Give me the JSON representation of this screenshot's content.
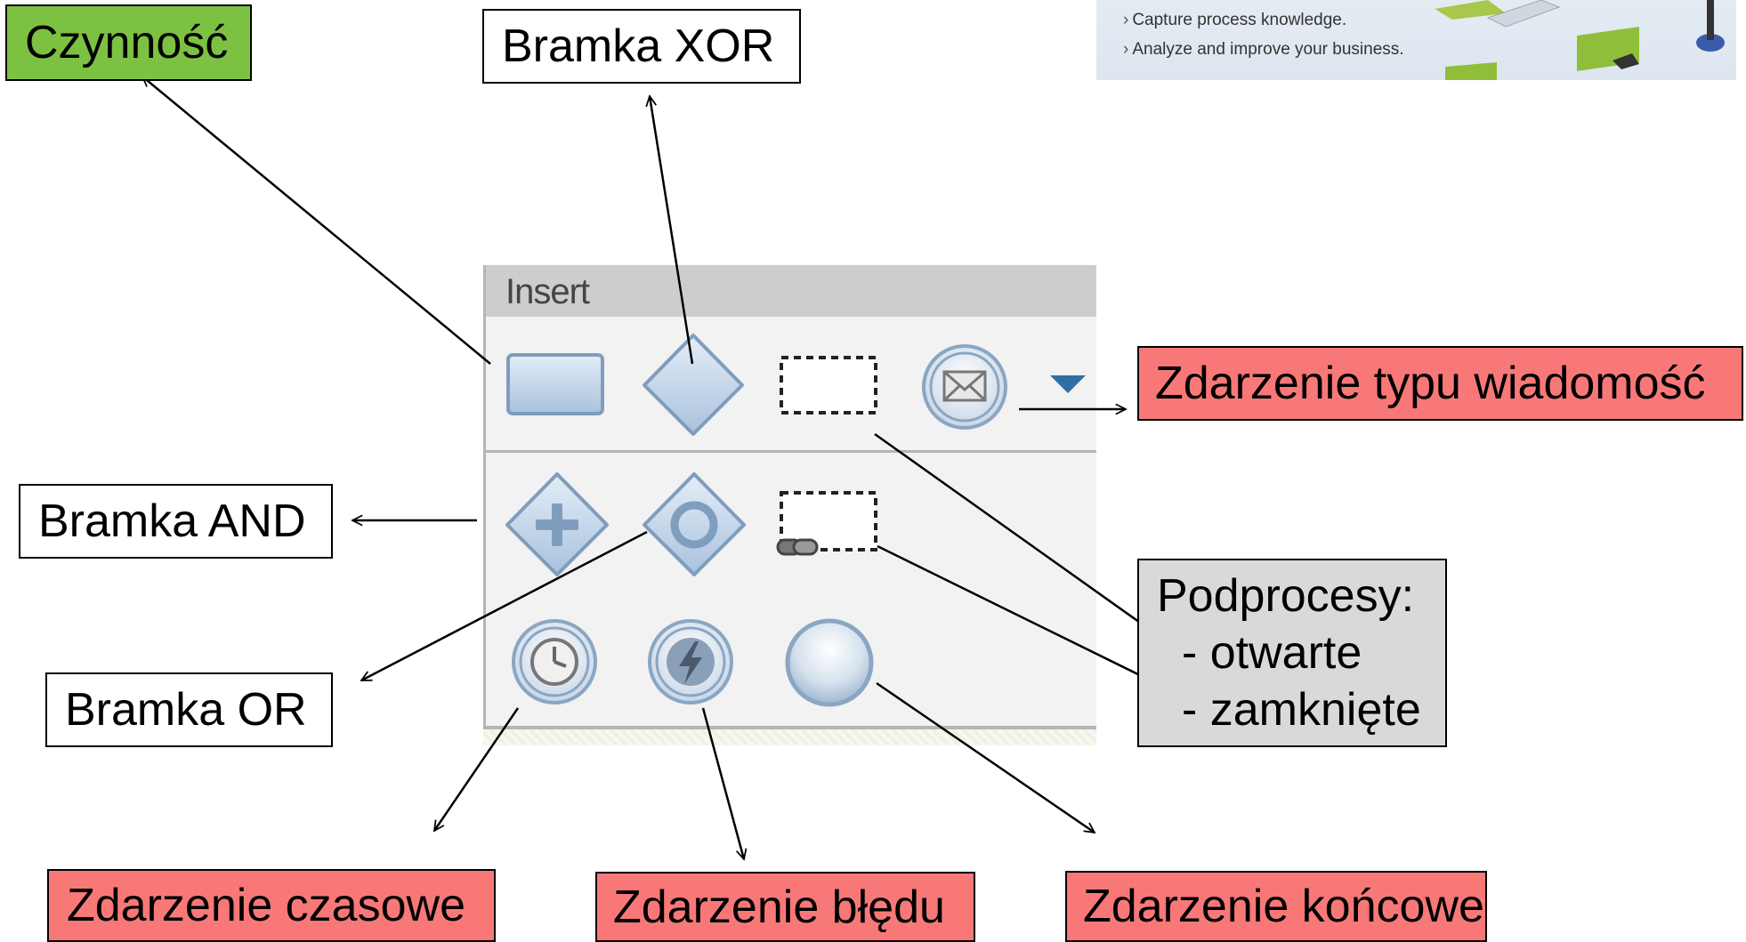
{
  "labels": {
    "czynnosc": "Czynność",
    "bramka_xor": "Bramka XOR",
    "bramka_and": "Bramka AND",
    "bramka_or": "Bramka OR",
    "zdarzenie_wiadomosc": "Zdarzenie typu wiadomość",
    "podprocesy_title": "Podprocesy:",
    "podprocesy_open": "- otwarte",
    "podprocesy_closed": "- zamknięte",
    "zdarzenie_czasowe": "Zdarzenie czasowe",
    "zdarzenie_bledu": "Zdarzenie błędu",
    "zdarzenie_koncowe": "Zdarzenie końcowe"
  },
  "banner": {
    "line1": "Capture process knowledge.",
    "line2": "Analyze and improve your business."
  },
  "panel": {
    "title": "Insert"
  },
  "colors": {
    "activity_label": "#7dc142",
    "event_label": "#f87878",
    "subprocess_label": "#d9d9d9",
    "shape_fill": "#c5d7ea",
    "shape_stroke": "#7f9dbd",
    "dropdown_arrow": "#2f6fa6"
  }
}
